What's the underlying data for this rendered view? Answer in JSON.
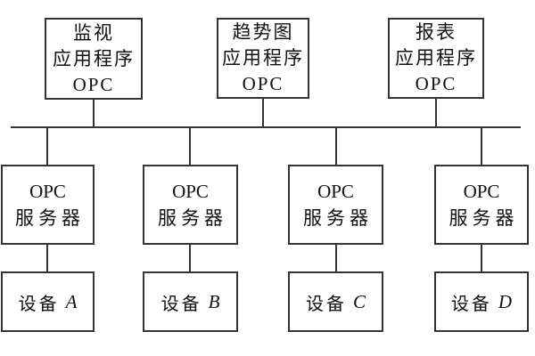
{
  "diagram": {
    "type": "block-diagram",
    "background_color": "#ffffff",
    "line_color": "#333333",
    "text_color": "#111111",
    "applications": [
      {
        "lines": [
          "监视",
          "应用程序",
          "OPC"
        ]
      },
      {
        "lines": [
          "趋势图",
          "应用程序",
          "OPC"
        ]
      },
      {
        "lines": [
          "报表",
          "应用程序",
          "OPC"
        ]
      }
    ],
    "servers": [
      {
        "lines": [
          "OPC",
          "服务器"
        ]
      },
      {
        "lines": [
          "OPC",
          "服务器"
        ]
      },
      {
        "lines": [
          "OPC",
          "服务器"
        ]
      },
      {
        "lines": [
          "OPC",
          "服务器"
        ]
      }
    ],
    "devices": [
      {
        "label": "设备",
        "id": "A"
      },
      {
        "label": "设备",
        "id": "B"
      },
      {
        "label": "设备",
        "id": "C"
      },
      {
        "label": "设备",
        "id": "D"
      }
    ]
  }
}
